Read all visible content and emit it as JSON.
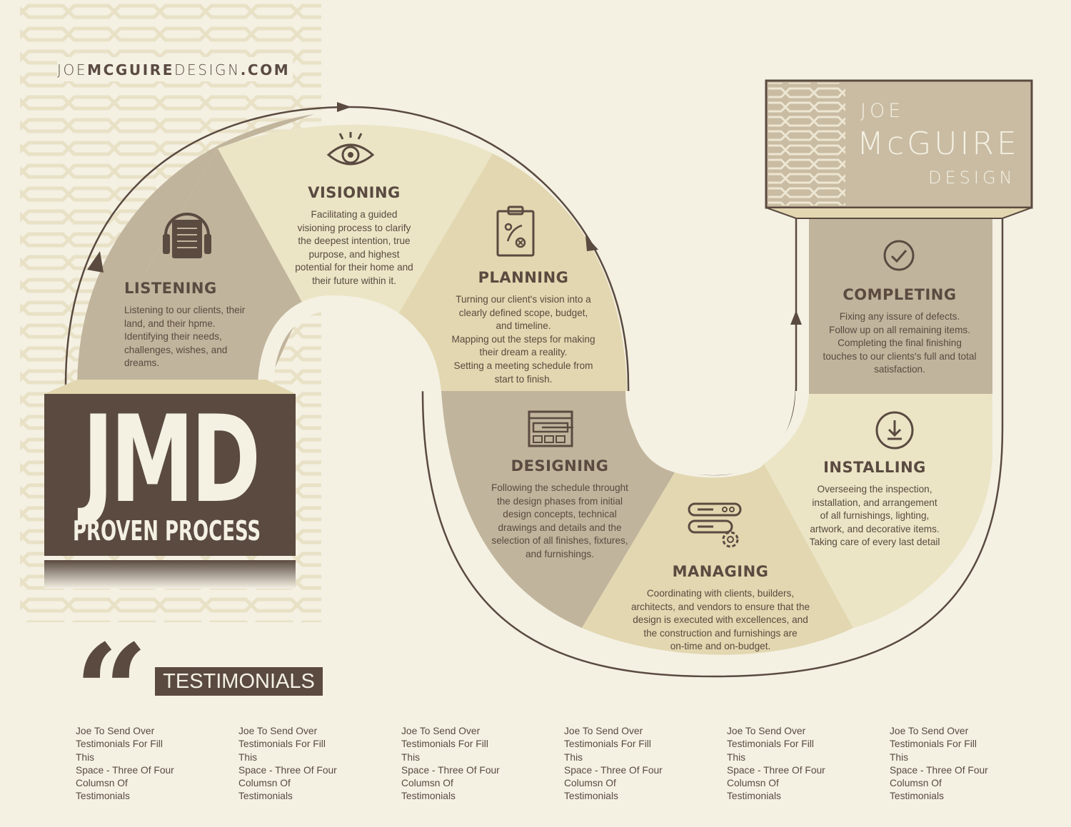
{
  "website": {
    "pre": "JOE",
    "bold": "MCGUIRE",
    "post": "DESIGN",
    "suffix": ".COM"
  },
  "badge": {
    "title": "JMD",
    "subtitle": "PROVEN PROCESS"
  },
  "logo": {
    "line1": "JOE",
    "line2": "McGUIRE",
    "line3": "DESIGN"
  },
  "colors": {
    "dark": "#5a4a40",
    "cream": "#f4f1e3",
    "taupe": "#c1b49c",
    "tan": "#e2d7b0",
    "light": "#ebe5c6"
  },
  "steps": [
    {
      "title": "LISTENING",
      "icon": "headphones-notes-icon",
      "lines": [
        "Listening to our clients, their",
        "land, and their hpme.",
        "Identifying their needs,",
        "challenges, wishes, and",
        "dreams."
      ]
    },
    {
      "title": "VISIONING",
      "icon": "eye-icon",
      "lines": [
        "Facilitating a guided",
        "visioning process to clarify",
        "the deepest intention, true",
        "purpose, and highest",
        "potential for their home and",
        "their future within it."
      ]
    },
    {
      "title": "PLANNING",
      "icon": "clipboard-plan-icon",
      "lines": [
        "Turning our client's vision into a",
        "clearly defined scope, budget,",
        "and timeline.",
        "Mapping out the steps for making",
        "their dream a reality.",
        "Setting a meeting schedule from",
        "start to finish."
      ]
    },
    {
      "title": "DESIGNING",
      "icon": "design-window-icon",
      "lines": [
        "Following the schedule throught",
        "the design phases from initial",
        "design concepts, technical",
        "drawings and details and the",
        "selection of all finishes, fixtures,",
        "and furnishings."
      ]
    },
    {
      "title": "MANAGING",
      "icon": "server-gear-icon",
      "lines": [
        "Coordinating with clients, builders,",
        "architects, and vendors to ensure that the",
        "design is executed with excellences, and",
        "the construction and furnishings are",
        "on-time and on-budget."
      ]
    },
    {
      "title": "INSTALLING",
      "icon": "download-icon",
      "lines": [
        "Overseeing the inspection,",
        "installation, and arrangement",
        "of all furnishings, lighting,",
        "artwork, and decorative items.",
        "Taking care of every last detail"
      ]
    },
    {
      "title": "COMPLETING",
      "icon": "checkmark-icon",
      "lines": [
        "Fixing any issure of defects.",
        "Follow up on all remaining items.",
        "Completing the final finishing",
        "touches to our clients's full and total",
        "satisfaction."
      ]
    }
  ],
  "testimonials": {
    "heading": "TESTIMONIALS",
    "columns": [
      [
        "Joe To Send Over",
        "Testimonials For Fill This",
        "Space - Three Of Four",
        "Columsn Of Testimonials"
      ],
      [
        "Joe To Send Over",
        "Testimonials For Fill This",
        "Space - Three Of Four",
        "Columsn Of Testimonials"
      ],
      [
        "Joe To Send Over",
        "Testimonials For Fill This",
        "Space - Three Of Four",
        "Columsn Of Testimonials"
      ],
      [
        "Joe To Send Over",
        "Testimonials For Fill This",
        "Space - Three Of Four",
        "Columsn Of Testimonials"
      ],
      [
        "Joe To Send Over",
        "Testimonials For Fill This",
        "Space - Three Of Four",
        "Columsn Of Testimonials"
      ],
      [
        "Joe To Send Over",
        "Testimonials For Fill This",
        "Space - Three Of Four",
        "Columsn Of Testimonials"
      ]
    ]
  }
}
